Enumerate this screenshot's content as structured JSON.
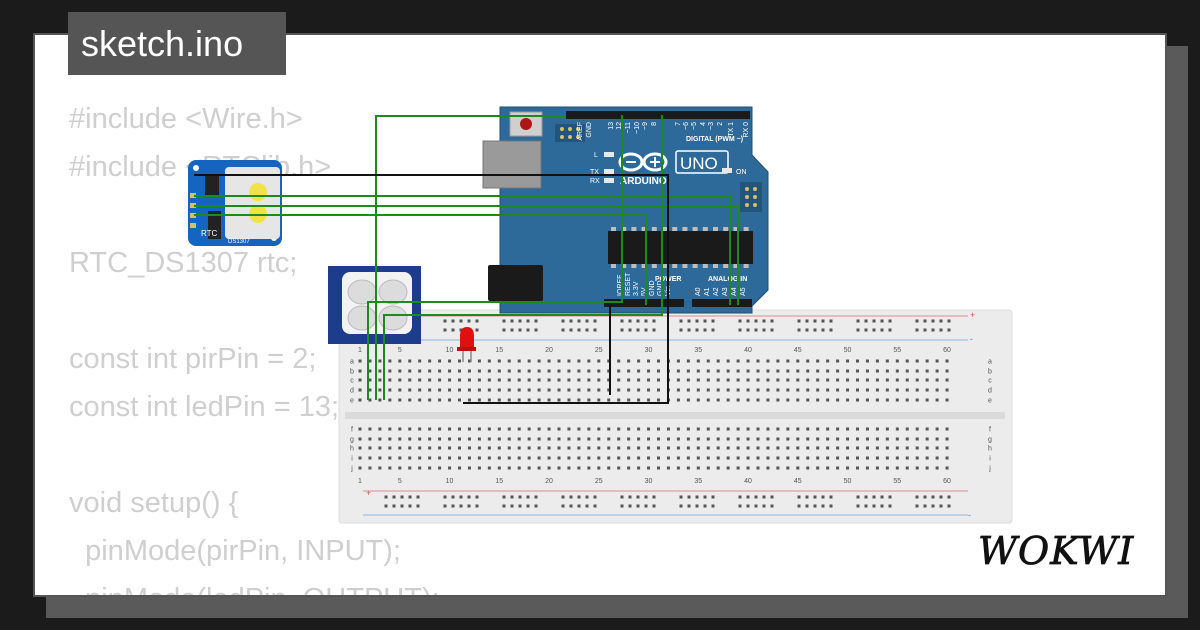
{
  "file_tab": {
    "label": "sketch.ino"
  },
  "code_lines": [
    "#include <Wire.h>",
    "#include <RTClib.h>",
    "",
    "RTC_DS1307 rtc;",
    "",
    "const int pirPin = 2;",
    "const int ledPin = 13;",
    "",
    "void setup() {",
    "  pinMode(pirPin, INPUT);",
    "  pinMode(ledPin, OUTPUT);"
  ],
  "arduino": {
    "brand": "ARDUINO",
    "model": "UNO",
    "digital_header": "DIGITAL (PWM ~)",
    "power_header": "POWER",
    "analog_header": "ANALOG IN",
    "on_label": "ON",
    "led_labels": [
      "L",
      "TX",
      "RX"
    ],
    "top_pins": [
      "AREF",
      "GND",
      "13",
      "12",
      "~11",
      "~10",
      "~9",
      "8",
      "7",
      "~6",
      "~5",
      "4",
      "~3",
      "2",
      "TX 1",
      "RX 0"
    ],
    "power_pins": [
      "IOREF",
      "RESET",
      "3.3V",
      "5V",
      "GND",
      "GND",
      "Vin"
    ],
    "analog_pins": [
      "A0",
      "A1",
      "A2",
      "A3",
      "A4",
      "A5"
    ]
  },
  "rtc_module": {
    "title": "RTC",
    "chip": "DS1307"
  },
  "breadboard": {
    "column_numbers": [
      "1",
      "5",
      "10",
      "15",
      "20",
      "25",
      "30",
      "35",
      "40",
      "45",
      "50",
      "55",
      "60"
    ],
    "row_letters_top": [
      "a",
      "b",
      "c",
      "d",
      "e"
    ],
    "row_letters_bottom": [
      "f",
      "g",
      "h",
      "i",
      "j"
    ],
    "rail_plus": "+",
    "rail_minus": "-"
  },
  "logo": {
    "text": "WOKWI"
  },
  "colors": {
    "wire_green": "#1e8a1e",
    "wire_black": "#111111",
    "arduino_blue": "#2e6a99",
    "led_red": "#e01010",
    "rtc_blue": "#1565c0",
    "pir_blue": "#1e3c8c"
  }
}
